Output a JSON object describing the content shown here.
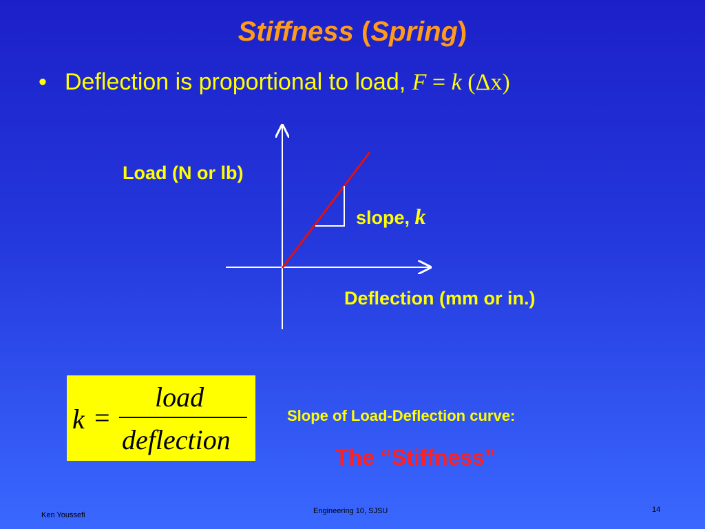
{
  "slide": {
    "title": {
      "word1": "Stiffness",
      "paren_open": "(",
      "word2": "Spring",
      "paren_close": ")"
    },
    "bullet": {
      "marker": "•",
      "text": "Deflection is proportional to load,",
      "formula_F": "F",
      "formula_eq": "=",
      "formula_k": "k",
      "formula_rest": "(Δx)"
    },
    "diagram": {
      "y_label": "Load (N or lb)",
      "x_label": "Deflection (mm or in.)",
      "slope_text": "slope,",
      "slope_symbol": "k"
    },
    "formula": {
      "lhs": "k",
      "equals": "=",
      "numerator": "load",
      "denominator": "deflection"
    },
    "caption": "Slope of Load-Deflection curve:",
    "highlight": "The “Stiffness”",
    "footer": {
      "author": "Ken Youssefi",
      "course": "Engineering 10, SJSU",
      "page_number": "14"
    }
  },
  "colors": {
    "title": "#ff9a1a",
    "text": "#ffff00",
    "highlight": "#ff2020",
    "axes": "#ffffff",
    "line": "#e01010",
    "formula_box": "#ffff00"
  }
}
